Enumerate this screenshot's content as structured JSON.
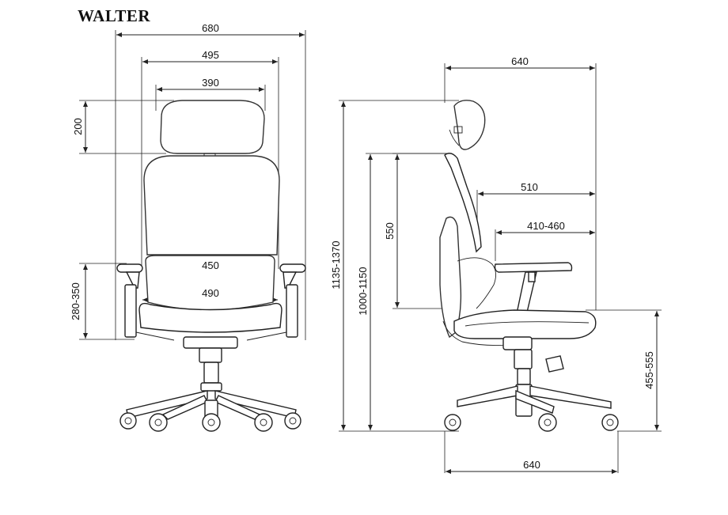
{
  "title": "WALTER",
  "front": {
    "overall_width": "680",
    "armrest_span": "495",
    "headrest_width": "390",
    "headrest_height": "200",
    "backrest_width": "450",
    "seat_width": "490",
    "armrest_height": "280-350"
  },
  "side": {
    "depth_top": "640",
    "total_height": "1135-1370",
    "height_without_headrest": "1000-1150",
    "backrest_height": "550",
    "seat_depth": "510",
    "seat_depth_adjust": "410-460",
    "seat_height": "455-555",
    "base_depth": "640"
  }
}
